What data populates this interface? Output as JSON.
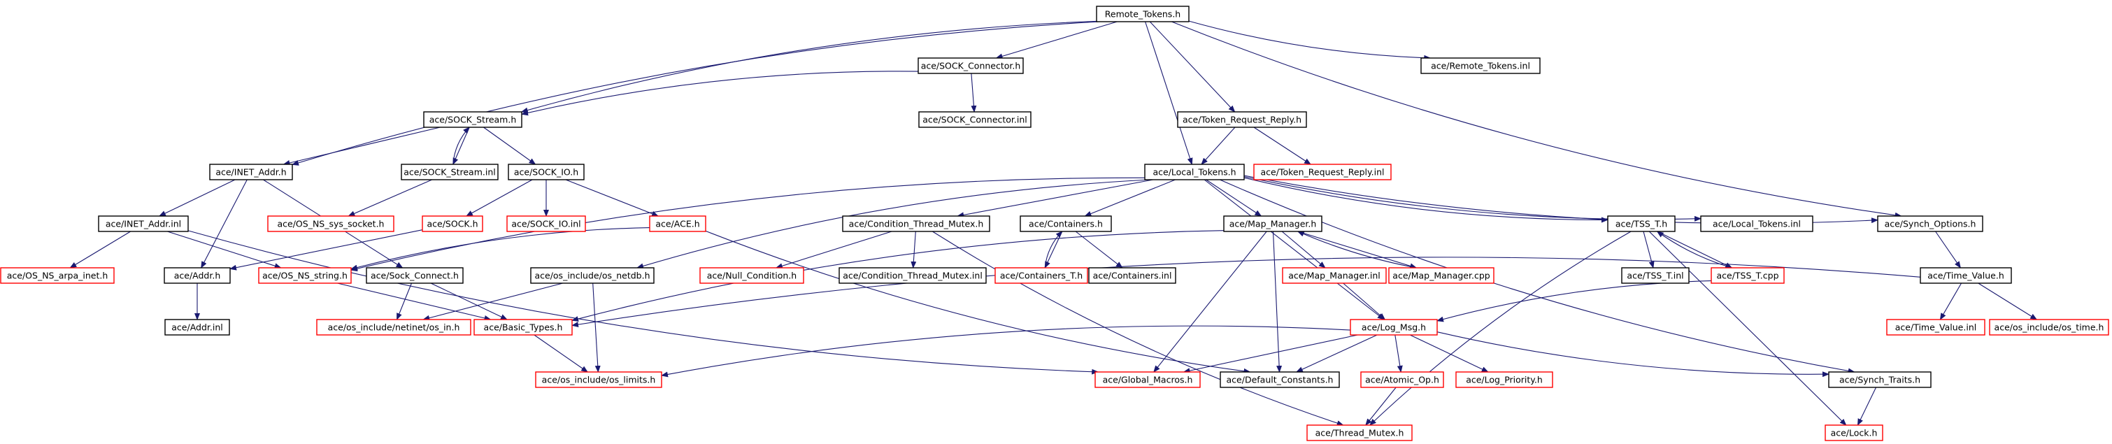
{
  "colors": {
    "edge": "#191970",
    "documented_border": "#000000",
    "undocumented_border": "#ff0000",
    "root_fill": "#bfbfbf"
  },
  "nodes": [
    {
      "id": "root",
      "label": "Remote_Tokens.h",
      "kind": "root"
    },
    {
      "id": "sockconnector",
      "label": "ace/SOCK_Connector.h",
      "kind": "documented"
    },
    {
      "id": "remotetokensinl",
      "label": "ace/Remote_Tokens.inl",
      "kind": "documented"
    },
    {
      "id": "sockstream",
      "label": "ace/SOCK_Stream.h",
      "kind": "documented"
    },
    {
      "id": "sockconnectorinl",
      "label": "ace/SOCK_Connector.inl",
      "kind": "documented"
    },
    {
      "id": "tokenrr",
      "label": "ace/Token_Request_Reply.h",
      "kind": "documented"
    },
    {
      "id": "inetaddr",
      "label": "ace/INET_Addr.h",
      "kind": "documented"
    },
    {
      "id": "sockstreaminl",
      "label": "ace/SOCK_Stream.inl",
      "kind": "documented"
    },
    {
      "id": "sockio",
      "label": "ace/SOCK_IO.h",
      "kind": "documented"
    },
    {
      "id": "localtokens",
      "label": "ace/Local_Tokens.h",
      "kind": "documented"
    },
    {
      "id": "tokenrrinl",
      "label": "ace/Token_Request_Reply.inl",
      "kind": "undocumented"
    },
    {
      "id": "inetaddrinl",
      "label": "ace/INET_Addr.inl",
      "kind": "documented"
    },
    {
      "id": "osnssyssocket",
      "label": "ace/OS_NS_sys_socket.h",
      "kind": "undocumented"
    },
    {
      "id": "sockh",
      "label": "ace/SOCK.h",
      "kind": "undocumented"
    },
    {
      "id": "sockioinl",
      "label": "ace/SOCK_IO.inl",
      "kind": "undocumented"
    },
    {
      "id": "aceh",
      "label": "ace/ACE.h",
      "kind": "undocumented"
    },
    {
      "id": "condmutex",
      "label": "ace/Condition_Thread_Mutex.h",
      "kind": "documented"
    },
    {
      "id": "containers",
      "label": "ace/Containers.h",
      "kind": "documented"
    },
    {
      "id": "mapmanager",
      "label": "ace/Map_Manager.h",
      "kind": "documented"
    },
    {
      "id": "tsst",
      "label": "ace/TSS_T.h",
      "kind": "documented"
    },
    {
      "id": "localtokensinl",
      "label": "ace/Local_Tokens.inl",
      "kind": "documented"
    },
    {
      "id": "synchoptions",
      "label": "ace/Synch_Options.h",
      "kind": "documented"
    },
    {
      "id": "osnsarpainet",
      "label": "ace/OS_NS_arpa_inet.h",
      "kind": "undocumented"
    },
    {
      "id": "addrh",
      "label": "ace/Addr.h",
      "kind": "documented"
    },
    {
      "id": "osnsstring",
      "label": "ace/OS_NS_string.h",
      "kind": "undocumented"
    },
    {
      "id": "sockconnect",
      "label": "ace/Sock_Connect.h",
      "kind": "documented"
    },
    {
      "id": "osnetdb",
      "label": "ace/os_include/os_netdb.h",
      "kind": "documented"
    },
    {
      "id": "nullcondition",
      "label": "ace/Null_Condition.h",
      "kind": "undocumented"
    },
    {
      "id": "condmutexinl",
      "label": "ace/Condition_Thread_Mutex.inl",
      "kind": "documented"
    },
    {
      "id": "containerst",
      "label": "ace/Containers_T.h",
      "kind": "undocumented"
    },
    {
      "id": "containersinl",
      "label": "ace/Containers.inl",
      "kind": "documented"
    },
    {
      "id": "mapmanagerinl",
      "label": "ace/Map_Manager.inl",
      "kind": "undocumented"
    },
    {
      "id": "mapmanagercpp",
      "label": "ace/Map_Manager.cpp",
      "kind": "undocumented"
    },
    {
      "id": "tsstinl",
      "label": "ace/TSS_T.inl",
      "kind": "documented"
    },
    {
      "id": "tsstcpp",
      "label": "ace/TSS_T.cpp",
      "kind": "undocumented"
    },
    {
      "id": "timevalue",
      "label": "ace/Time_Value.h",
      "kind": "documented"
    },
    {
      "id": "addrinl",
      "label": "ace/Addr.inl",
      "kind": "documented"
    },
    {
      "id": "osnetinetin",
      "label": "ace/os_include/netinet/os_in.h",
      "kind": "undocumented"
    },
    {
      "id": "basictypes",
      "label": "ace/Basic_Types.h",
      "kind": "undocumented"
    },
    {
      "id": "logmsg",
      "label": "ace/Log_Msg.h",
      "kind": "undocumented"
    },
    {
      "id": "timevalueinl",
      "label": "ace/Time_Value.inl",
      "kind": "undocumented"
    },
    {
      "id": "ostime",
      "label": "ace/os_include/os_time.h",
      "kind": "undocumented"
    },
    {
      "id": "oslimits",
      "label": "ace/os_include/os_limits.h",
      "kind": "undocumented"
    },
    {
      "id": "globalmacros",
      "label": "ace/Global_Macros.h",
      "kind": "undocumented"
    },
    {
      "id": "defaultconstants",
      "label": "ace/Default_Constants.h",
      "kind": "documented"
    },
    {
      "id": "atomicop",
      "label": "ace/Atomic_Op.h",
      "kind": "undocumented"
    },
    {
      "id": "logpriority",
      "label": "ace/Log_Priority.h",
      "kind": "undocumented"
    },
    {
      "id": "synchtraits",
      "label": "ace/Synch_Traits.h",
      "kind": "documented"
    },
    {
      "id": "threadmutex",
      "label": "ace/Thread_Mutex.h",
      "kind": "undocumented"
    },
    {
      "id": "lockh",
      "label": "ace/Lock.h",
      "kind": "undocumented"
    }
  ],
  "edges": [
    [
      "root",
      "sockconnector"
    ],
    [
      "root",
      "remotetokensinl"
    ],
    [
      "root",
      "sockstream"
    ],
    [
      "root",
      "tokenrr"
    ],
    [
      "root",
      "inetaddr"
    ],
    [
      "root",
      "localtokens"
    ],
    [
      "root",
      "synchoptions"
    ],
    [
      "sockconnector",
      "sockstream"
    ],
    [
      "sockconnector",
      "sockconnectorinl"
    ],
    [
      "sockstream",
      "inetaddr"
    ],
    [
      "sockstream",
      "sockstreaminl"
    ],
    [
      "sockstream",
      "sockio"
    ],
    [
      "sockstreaminl",
      "sockstream"
    ],
    [
      "tokenrr",
      "localtokens"
    ],
    [
      "tokenrr",
      "tokenrrinl"
    ],
    [
      "inetaddr",
      "inetaddrinl"
    ],
    [
      "inetaddr",
      "addrh"
    ],
    [
      "inetaddr",
      "sockconnect"
    ],
    [
      "inetaddrinl",
      "osnsarpainet"
    ],
    [
      "inetaddrinl",
      "osnsstring"
    ],
    [
      "inetaddrinl",
      "globalmacros"
    ],
    [
      "sockstreaminl",
      "osnssyssocket"
    ],
    [
      "sockio",
      "sockh"
    ],
    [
      "sockio",
      "sockioinl"
    ],
    [
      "sockio",
      "aceh"
    ],
    [
      "sockh",
      "addrh"
    ],
    [
      "aceh",
      "osnsstring"
    ],
    [
      "aceh",
      "defaultconstants"
    ],
    [
      "addrh",
      "addrinl"
    ],
    [
      "osnsstring",
      "basictypes"
    ],
    [
      "sockconnect",
      "basictypes"
    ],
    [
      "sockconnect",
      "osnetinetin"
    ],
    [
      "osnetdb",
      "osnetinetin"
    ],
    [
      "osnetdb",
      "oslimits"
    ],
    [
      "basictypes",
      "oslimits"
    ],
    [
      "localtokens",
      "osnsstring"
    ],
    [
      "localtokens",
      "condmutex"
    ],
    [
      "localtokens",
      "containers"
    ],
    [
      "localtokens",
      "mapmanager"
    ],
    [
      "localtokens",
      "tsst"
    ],
    [
      "localtokens",
      "localtokensinl"
    ],
    [
      "localtokens",
      "synchoptions"
    ],
    [
      "localtokens",
      "osnetdb"
    ],
    [
      "localtokens",
      "logmsg"
    ],
    [
      "localtokens",
      "synchtraits"
    ],
    [
      "condmutex",
      "nullcondition"
    ],
    [
      "condmutex",
      "condmutexinl"
    ],
    [
      "condmutex",
      "threadmutex"
    ],
    [
      "containers",
      "containerst"
    ],
    [
      "containers",
      "containersinl"
    ],
    [
      "containerst",
      "containers"
    ],
    [
      "mapmanager",
      "mapmanagerinl"
    ],
    [
      "mapmanager",
      "mapmanagercpp"
    ],
    [
      "mapmanagercpp",
      "mapmanager"
    ],
    [
      "mapmanager",
      "basictypes"
    ],
    [
      "mapmanager",
      "globalmacros"
    ],
    [
      "mapmanager",
      "defaultconstants"
    ],
    [
      "mapmanagerinl",
      "logmsg"
    ],
    [
      "tsst",
      "tsstinl"
    ],
    [
      "tsst",
      "tsstcpp"
    ],
    [
      "tsstcpp",
      "tsst"
    ],
    [
      "tsst",
      "threadmutex"
    ],
    [
      "tsst",
      "lockh"
    ],
    [
      "tsstcpp",
      "logmsg"
    ],
    [
      "synchoptions",
      "timevalue"
    ],
    [
      "timevalue",
      "basictypes"
    ],
    [
      "timevalue",
      "timevalueinl"
    ],
    [
      "timevalue",
      "ostime"
    ],
    [
      "logmsg",
      "oslimits"
    ],
    [
      "logmsg",
      "globalmacros"
    ],
    [
      "logmsg",
      "defaultconstants"
    ],
    [
      "logmsg",
      "atomicop"
    ],
    [
      "logmsg",
      "logpriority"
    ],
    [
      "logmsg",
      "synchtraits"
    ],
    [
      "atomicop",
      "threadmutex"
    ],
    [
      "synchtraits",
      "lockh"
    ]
  ]
}
